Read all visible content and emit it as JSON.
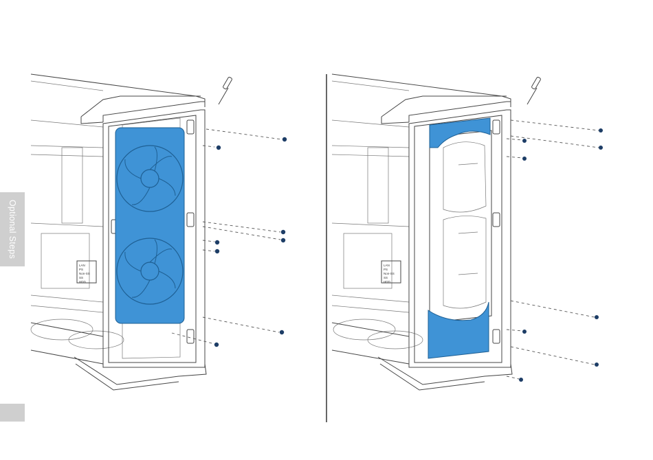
{
  "sidebar": {
    "section_label": "Optional Steps"
  },
  "colors": {
    "highlight": "#3f93d6",
    "line": "#444444",
    "tab": "#cfcfcf"
  },
  "panels": [
    {
      "step": "fan-removal",
      "icon": "screwdriver-icon",
      "screws": 8,
      "part": "front-fans"
    },
    {
      "step": "bracket-removal",
      "icon": "screwdriver-icon",
      "screws": 8,
      "part": "fan-bracket"
    }
  ],
  "label_plate": {
    "lines": [
      "LAN",
      "PS",
      "Non-SS",
      "SS",
      "HDD"
    ]
  }
}
